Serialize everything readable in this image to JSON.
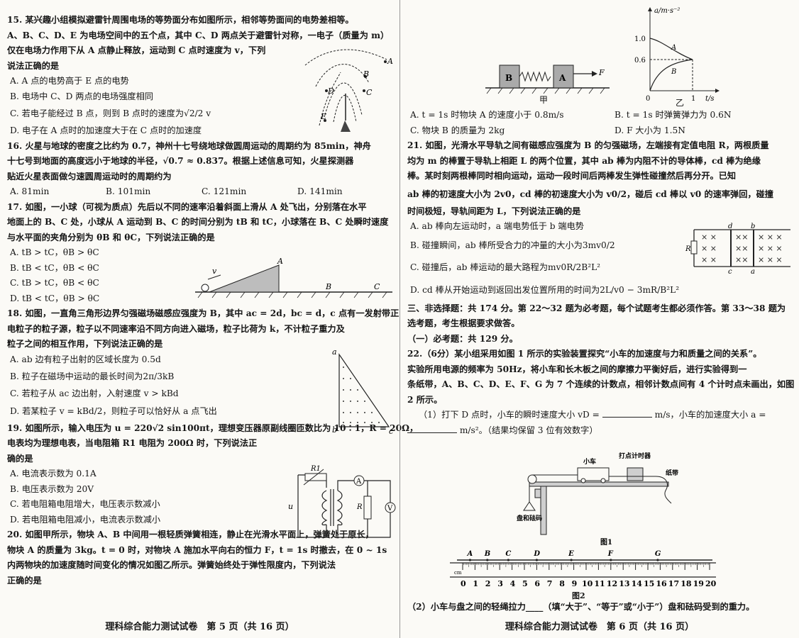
{
  "left_page": {
    "q15": {
      "stem": [
        "15. 某兴趣小组模拟避雷针周围电场的等势面分布如图所示，相邻等势面间的电势差相等。",
        "A、B、C、D、E 为电场空间中的五个点，其中 C、D 两点关于避雷针对称，一电子（质量为 m）",
        "仅在电场力作用下从 A 点静止释放，运动到 C 点时速度为 v，下列",
        "说法正确的是"
      ],
      "options": [
        "A. A 点的电势高于 E 点的电势",
        "B. 电场中 C、D 两点的电场强度相同",
        "C. 若电子能经过 B 点，则到 B 点时的速度为√2/2 v",
        "D. 电子在 A 点时的加速度大于在 C 点时的加速度"
      ],
      "fig_labels": [
        "A",
        "B",
        "D",
        "C",
        "E"
      ]
    },
    "q16": {
      "stem": [
        "16. 火星与地球的密度之比约为 0.7，神州十七号绕地球做圆周运动的周期约为 85min，神舟",
        "十七号到地面的高度远小于地球的半径，√0.7 ≈ 0.837。根据上述信息可知，火星探测器",
        "贴近火星表面做匀速圆周运动时的周期约为"
      ],
      "options": [
        "A. 81min",
        "B. 101min",
        "C. 121min",
        "D. 141min"
      ]
    },
    "q17": {
      "stem": [
        "17. 如图，一小球（可视为质点）先后以不同的速率沿着斜面上滑从 A 处飞出，分别落在水平",
        "地面上的 B、C 处，小球从 A 运动到 B、C 的时间分别为 tB 和 tC，小球落在 B、C 处瞬时速度",
        "与水平面的夹角分别为 θB 和 θC，下列说法正确的是"
      ],
      "options": [
        "A. tB > tC，θB > θC",
        "B. tB < tC，θB < θC",
        "C. tB > tC，θB < θC",
        "D. tB < tC，θB > θC"
      ],
      "fig_labels": [
        "v",
        "A",
        "B",
        "C"
      ]
    },
    "q18": {
      "stem": [
        "18. 如图，一直角三角形边界匀强磁场磁感应强度为 B，其中 ac = 2d，bc = d，c 点有一发射带正",
        "电粒子的粒子源，粒子以不同速率沿不同方向进入磁场，粒子比荷为 k，不计粒子重力及",
        "粒子之间的相互作用，下列说法正确的是"
      ],
      "options": [
        "A. ab 边有粒子出射的区域长度为 0.5d",
        "B. 粒子在磁场中运动的最长时间为2π/3kB",
        "C. 若粒子从 ac 边出射，入射速度 v > kBd",
        "D. 若某粒子 v = kBd/2，则粒子可以恰好从 a 点飞出"
      ],
      "fig_labels": [
        "a",
        "b",
        "c"
      ]
    },
    "q19": {
      "stem": [
        "19. 如图所示，输入电压为 u = 220√2 sin100πt，理想变压器原副线圈匝数比为 10∶1，R = 20Ω，",
        "电表均为理想电表，当电阻箱 R1 电阻为 200Ω 时，下列说法正",
        "确的是"
      ],
      "options": [
        "A. 电流表示数为 0.1A",
        "B. 电压表示数为 20V",
        "C. 若电阻箱电阻增大，电压表示数减小",
        "D. 若电阻箱电阻减小，电流表示数减小"
      ],
      "fig_labels": [
        "R1",
        "A",
        "u",
        "R",
        "V"
      ]
    },
    "q20": {
      "stem": [
        "20. 如图甲所示，物块 A、B 中间用一根轻质弹簧相连，静止在光滑水平面上，弹簧处于原长，",
        "物块 A 的质量为 3kg。t = 0 时，对物块 A 施加水平向右的恒力 F，t = 1s 时撤去，在 0 ~ 1s",
        "内两物块的加速度随时间变化的情况如图乙所示。弹簧始终处于弹性限度内，下列说法",
        "正确的是"
      ]
    },
    "footer": "理科综合能力测试试卷　第 5 页（共 16 页）"
  },
  "right_page": {
    "q20_fig": {
      "label_jia": "甲",
      "label_yi": "乙",
      "block_b": "B",
      "block_a": "A",
      "force": "F",
      "y_axis": "a/m·s⁻²",
      "x_axis": "t/s",
      "ticks_y": [
        "1.0",
        "0.6"
      ],
      "ticks_x": [
        "0",
        "1"
      ],
      "curve_labels": [
        "A",
        "B"
      ]
    },
    "q20_options": [
      "A. t = 1s 时物块 A 的速度小于 0.8m/s",
      "B. t = 1s 时弹簧弹力为 0.6N",
      "C. 物块 B 的质量为 2kg",
      "D. F 大小为 1.5N"
    ],
    "q21": {
      "stem": [
        "21. 如图，光滑水平导轨之间有磁感应强度为 B 的匀强磁场，左端接有定值电阻 R，两根质量",
        "均为 m 的棒置于导轨上相距 L 的两个位置，其中 ab 棒为内阻不计的导体棒，cd 棒为绝缘",
        "棒。某时刻两根棒同时相向运动，运动一段时间后两棒发生弹性碰撞然后再分开。已知",
        "ab 棒的初速度大小为 2v0，cd 棒的初速度大小为 v0/2，碰后 cd 棒以 v0 的速率弹回，碰撞",
        "时间极短，导轨间距为 L，下列说法正确的是"
      ],
      "options": [
        "A. ab 棒向左运动时，a 端电势低于 b 端电势",
        "B. 碰撞瞬间，ab 棒所受合力的冲量的大小为3mv0/2",
        "C. 碰撞后，ab 棒运动的最大路程为mv0R/2B²L²",
        "D. cd 棒从开始运动到返回出发位置所用的时间为2L/v0 − 3mR/B²L²"
      ],
      "fig_labels": [
        "d",
        "b",
        "c",
        "a",
        "R"
      ]
    },
    "section3": [
      "三、非选择题：共 174 分。第 22～32 题为必考题，每个试题考生都必须作答。第 33～38 题为",
      "选考题，考生根据要求做答。",
      "（一）必考题：共 129 分。"
    ],
    "q22": {
      "stem": [
        "22.（6分）某小组采用如图 1 所示的实验装置探究“小车的加速度与力和质量之间的关系”。",
        "实验所用电源的频率为 50Hz，将小车和长木板之间的摩擦力平衡好后，进行实验得到一",
        "条纸带，A、B、C、D、E、F、G 为 7 个连续的计数点，相邻计数点间有 4 个计时点未画出，如图",
        "2 所示。"
      ],
      "part1_a": "（1）打下 D 点时，小车的瞬时速度大小 vD =",
      "part1_b": "m/s，小车的加速度大小 a =",
      "part1_c": "m/s²。（结果均保留 3 位有效数字）",
      "fig1_labels": {
        "timer": "打点计时器",
        "cart": "小车",
        "tape": "纸带",
        "weights": "盘和砝码",
        "caption": "图1"
      },
      "fig2": {
        "points": [
          "A",
          "B",
          "C",
          "D",
          "E",
          "F",
          "G"
        ],
        "unit": "cm",
        "ticks": [
          "0",
          "1",
          "2",
          "3",
          "4",
          "5",
          "6",
          "7",
          "8",
          "9",
          "10",
          "11",
          "12",
          "13",
          "14",
          "15",
          "16",
          "17",
          "18",
          "19",
          "20"
        ],
        "caption": "图2"
      },
      "part2": "（2）小车与盘之间的轻绳拉力____（填“大于”、“等于”或“小于”）盘和砝码受到的重力。"
    },
    "footer": "理科综合能力测试试卷　第 6 页（共 16 页）"
  }
}
